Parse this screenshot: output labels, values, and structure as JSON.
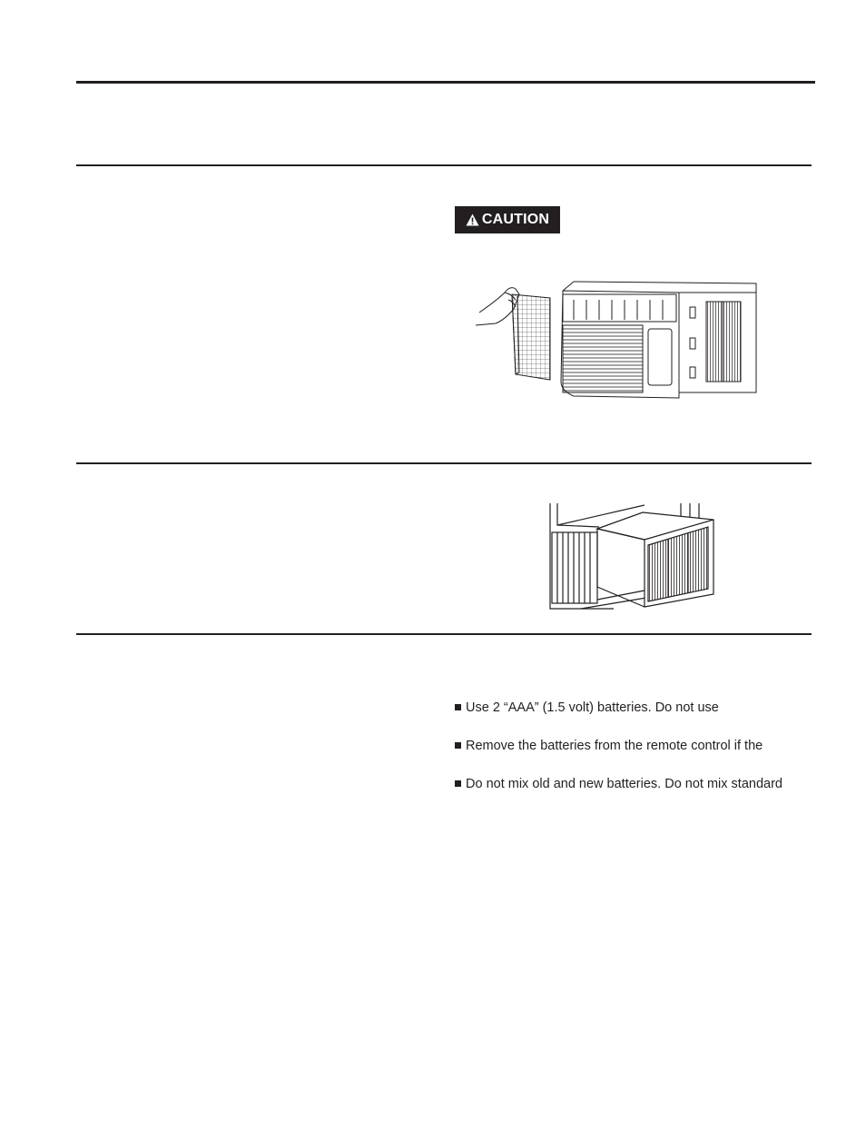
{
  "caution": {
    "label": "CAUTION",
    "icon": "warning-triangle-icon"
  },
  "figures": {
    "filter_removal": {
      "icon": "air-conditioner-filter-removal-illustration"
    },
    "window_install": {
      "icon": "window-air-conditioner-illustration"
    }
  },
  "batteries": {
    "items": [
      {
        "text": "Use 2 “AAA” (1.5 volt) batteries. Do not use"
      },
      {
        "text": "Remove the batteries from the remote control if the"
      },
      {
        "text": "Do not mix old and new batteries. Do not mix standard"
      }
    ]
  },
  "colors": {
    "ink": "#231f20",
    "paper": "#ffffff"
  }
}
